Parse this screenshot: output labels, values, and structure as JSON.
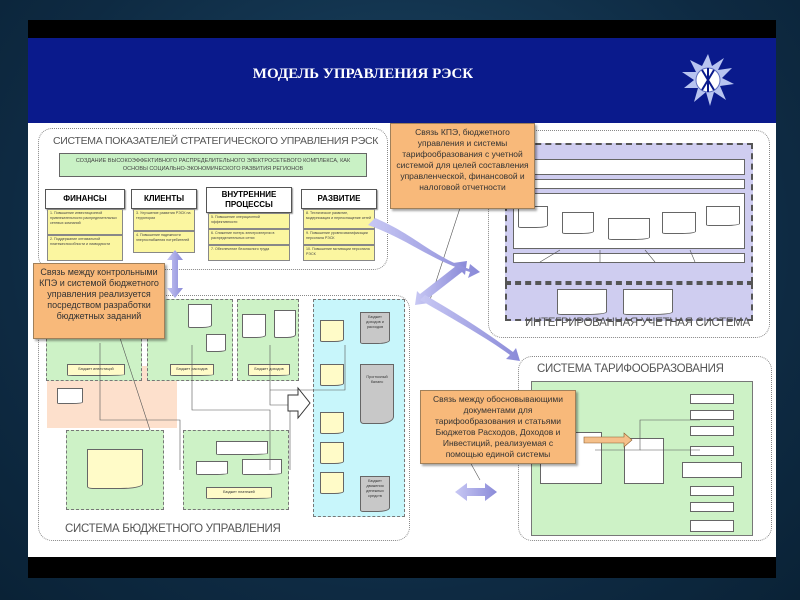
{
  "slide_title": "МОДЕЛЬ УПРАВЛЕНИЯ РЭСК",
  "logo": {
    "name": "utility-company-logo",
    "color": "#b8c4f0"
  },
  "colors": {
    "header": "#0a1a8c",
    "callout": "#f8b97a",
    "kpi_green": "#c9f1c5",
    "kpi_yellow": "#fbf6a0",
    "budget_green": "#cdf2c6",
    "budget_cyan": "#c8f6fb",
    "accounting_purple": "#cfcdf0",
    "arrow": "#9b9be0"
  },
  "strategic": {
    "title": "СИСТЕМА ПОКАЗАТЕЛЕЙ СТРАТЕГИЧЕСКОГО УПРАВЛЕНИЯ РЭСК",
    "goal": "СОЗДАНИЕ ВЫСОКОЭФФЕКТИВНОГО РАСПРЕДЕЛИТЕЛЬНОГО ЭЛЕКТРОСЕТЕВОГО КОМПЛЕКСА, КАК ОСНОВЫ СОЦИАЛЬНО-ЭКОНОМИЧЕСКОГО РАЗВИТИЯ РЕГИОНОВ",
    "columns": [
      {
        "label": "ФИНАНСЫ",
        "items": [
          "1. Повышение инвестиционной привлекательности распределительных сетевых компаний",
          "2. Поддержание оптимальной платежеспособности и ликвидности"
        ]
      },
      {
        "label": "КЛИЕНТЫ",
        "items": [
          "3. Улучшение развития РЭСК на территории",
          "4. Повышение надежности энергоснабжения потребителей"
        ]
      },
      {
        "label": "ВНУТРЕННИЕ ПРОЦЕССЫ",
        "items": [
          "5. Повышение операционной эффективности",
          "6. Снижение потерь электроэнергии в распределительных сетях",
          "7. Обеспечение безопасного труда"
        ]
      },
      {
        "label": "РАЗВИТИЕ",
        "items": [
          "8. Техническое развитие, модернизация и переоснащение сетей",
          "9. Повышение уровня квалификации персонала РЭСК",
          "10. Повышение мотивации персонала РЭСК"
        ]
      }
    ]
  },
  "callouts": {
    "accounting": "Связь КПЭ, бюджетного управления и системы тарифообразования с учетной системой для целей составления управленческой, финансовой и налоговой отчетности",
    "budget": "Связь между контрольными КПЭ и системой бюджетного управления реализуется посредством разработки бюджетных заданий",
    "tariff": "Связь между обосновывающими документами для тарифообразования и статьями Бюджетов Расходов, Доходов и Инвестиций, реализуемая с помощью единой системы"
  },
  "accounting": {
    "title": "ИНТЕГРИРОВАННАЯ УЧЕТНАЯ СИСТЕМА"
  },
  "budget": {
    "title": "СИСТЕМА БЮДЖЕТНОГО УПРАВЛЕНИЯ",
    "docs": {
      "investments": "Бюджет инвестиций",
      "expenses": "Бюджет расходов",
      "income": "Бюджет доходов",
      "payments": "Бюджет платежей",
      "income_expenses": "Бюджет доходов и расходов",
      "forecast_balance": "Прогнозный баланс",
      "cash_flow": "Бюджет движения денежных средств"
    }
  },
  "tariff": {
    "title": "СИСТЕМА ТАРИФООБРАЗОВАНИЯ"
  }
}
